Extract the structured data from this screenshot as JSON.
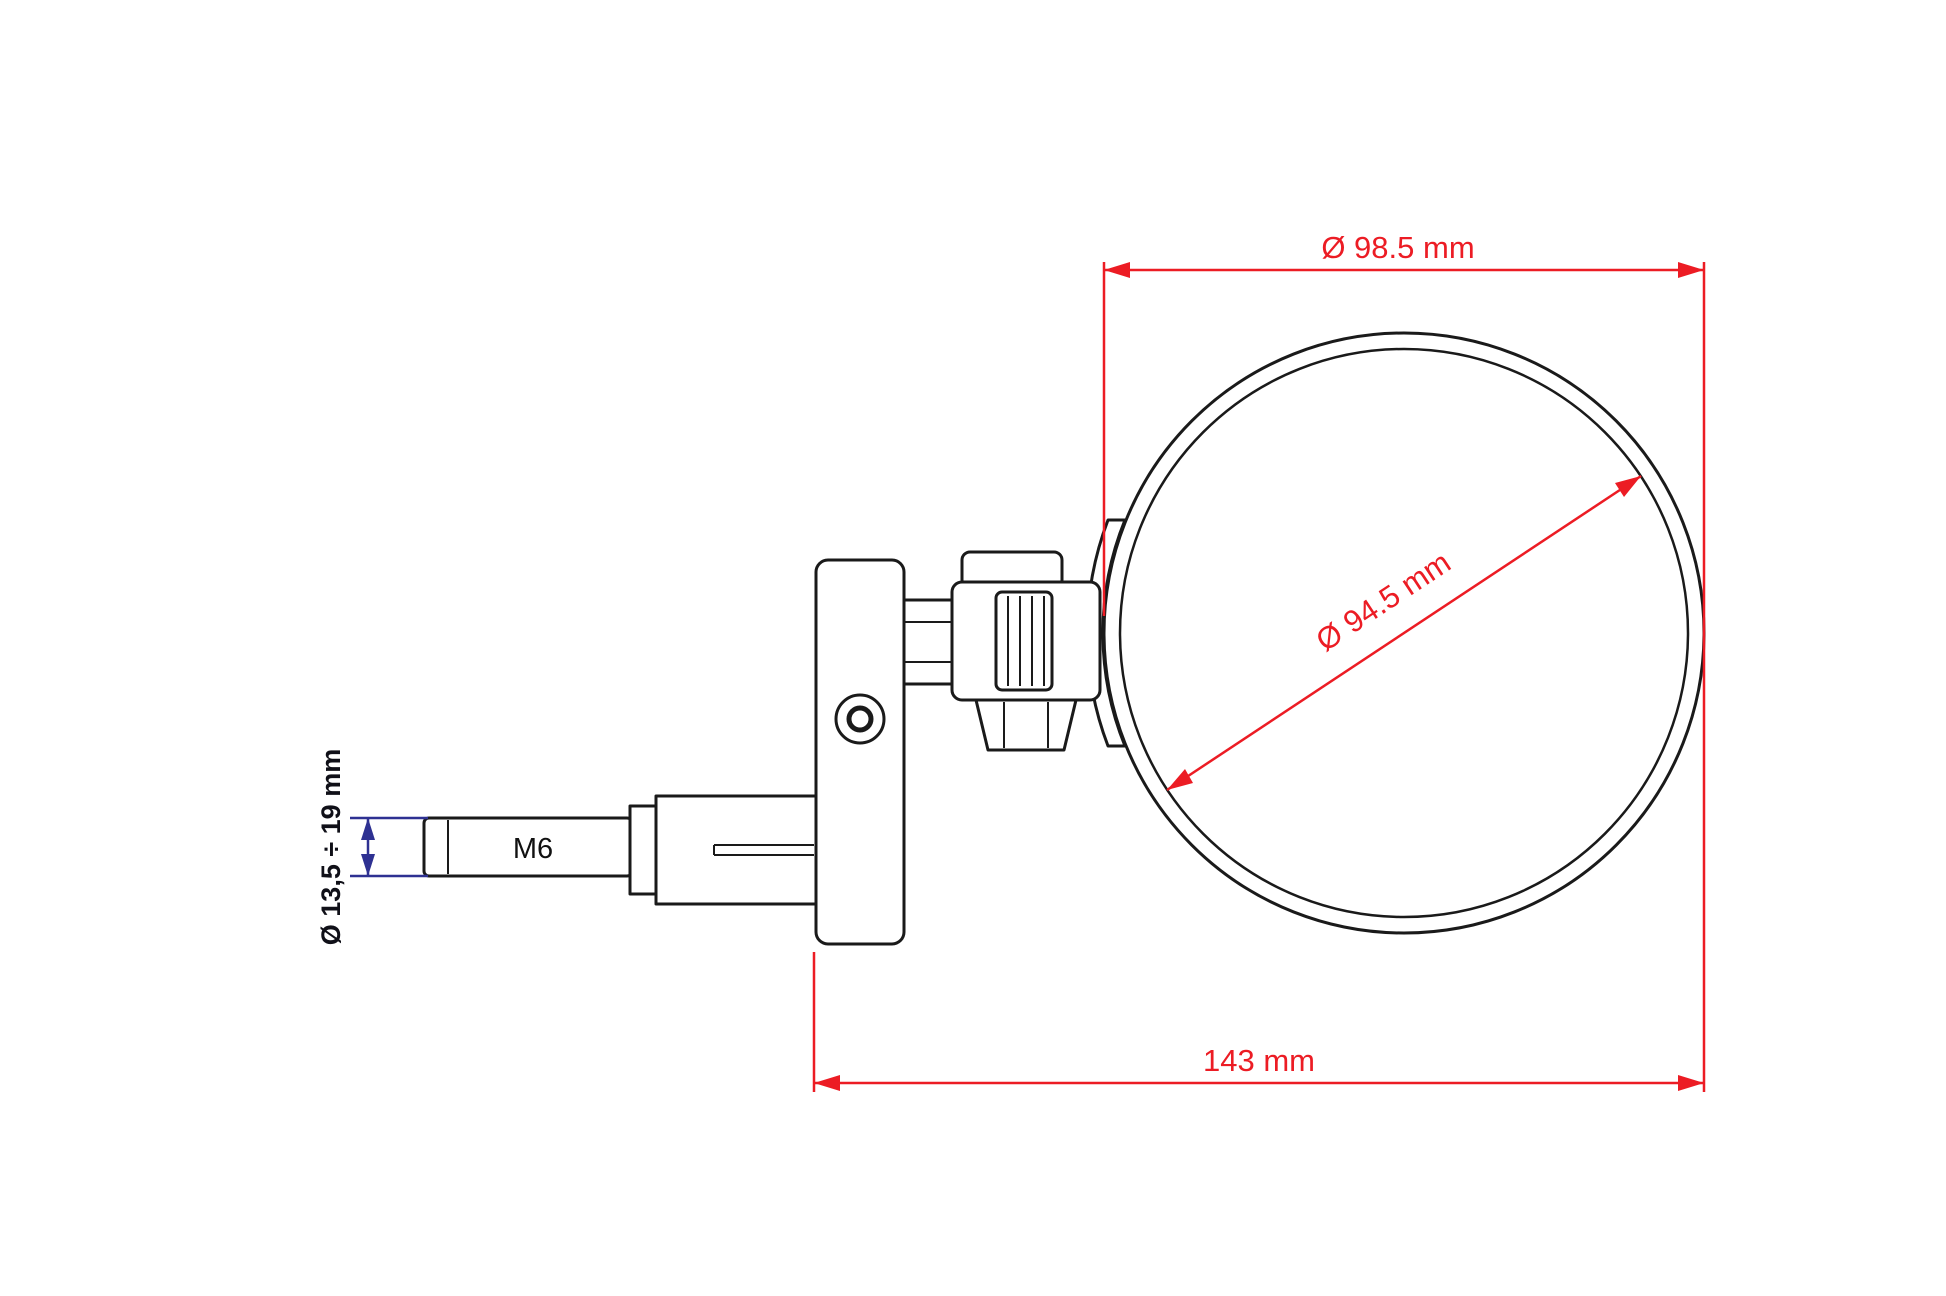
{
  "diagram": {
    "kind": "technical-drawing",
    "dimensions": {
      "outer_diameter": {
        "label": "Ø 98.5 mm",
        "value_mm": 98.5
      },
      "glass_diameter": {
        "label": "Ø 94.5 mm",
        "value_mm": 94.5
      },
      "total_length": {
        "label": "143 mm",
        "value_mm": 143
      },
      "clamp_range": {
        "label": "Ø 13,5 ÷ 19 mm",
        "min_mm": 13.5,
        "max_mm": 19
      },
      "thread": {
        "label": "M6"
      }
    },
    "colors": {
      "background": "#ffffff",
      "outline": "#1a1a1a",
      "dimension_red": "#ec1c24",
      "dimension_blue": "#2e3192"
    }
  }
}
